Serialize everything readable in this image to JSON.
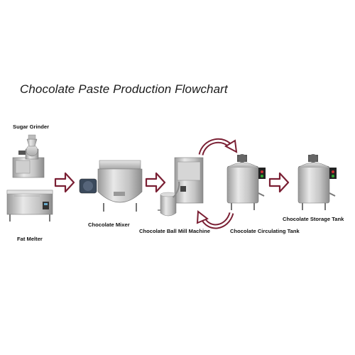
{
  "title": "Chocolate Paste Production Flowchart",
  "labels": {
    "sugar_grinder": "Sugar Grinder",
    "fat_melter": "Fat Melter",
    "chocolate_mixer": "Chocolate Mixer",
    "ball_mill": "Chocolate Ball Mill Machine",
    "circulating_tank": "Chocolate Circulating Tank",
    "storage_tank": "Chocolate Storage Tank"
  },
  "colors": {
    "arrow": "#7a1f33",
    "steel": "#c8c8c8"
  }
}
